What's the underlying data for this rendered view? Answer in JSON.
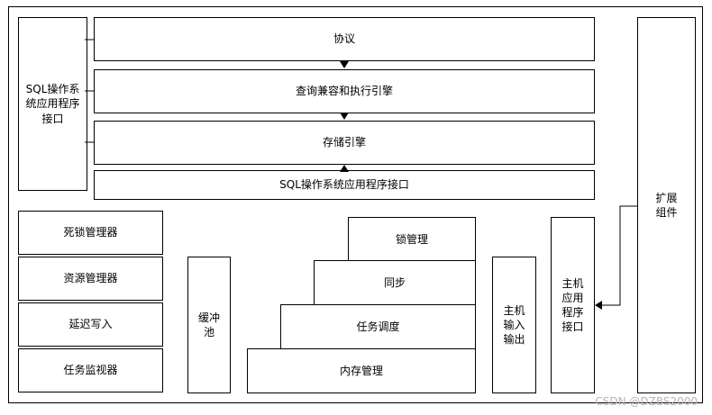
{
  "left_api": "SQL操作系统应用程序接口",
  "stack": {
    "protocol": "协议",
    "query_engine": "查询兼容和执行引擎",
    "storage_engine": "存储引擎",
    "sql_os_api": "SQL操作系统应用程序接口"
  },
  "managers": [
    "死锁管理器",
    "资源管理器",
    "延迟写入",
    "任务监视器"
  ],
  "buffer_pool": "缓冲池",
  "steps": {
    "lock": "锁管理",
    "sync": "同步",
    "task": "任务调度",
    "memory": "内存管理"
  },
  "host_io": "主机输入输出",
  "host_api": "主机应用程序接口",
  "extension": "扩展组件",
  "watermark": "CSDN @DZBS2000"
}
